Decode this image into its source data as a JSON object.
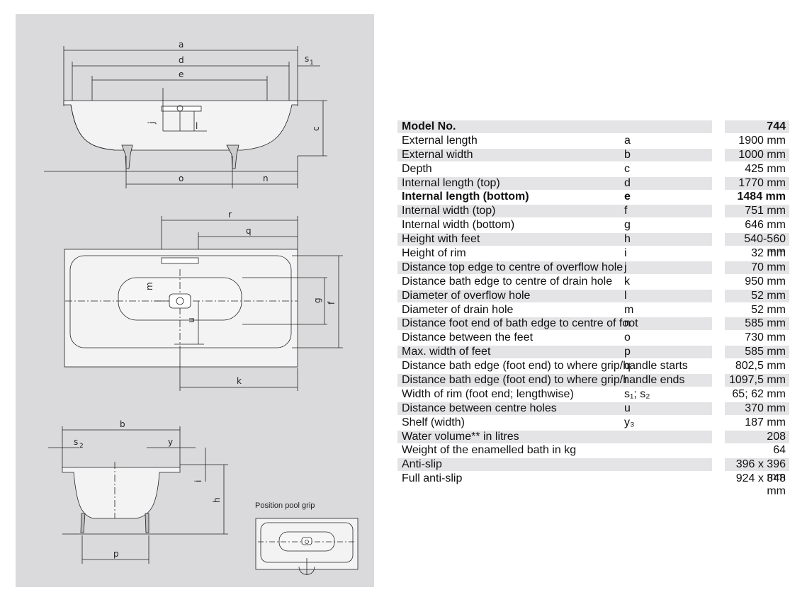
{
  "drawings": {
    "caption": "Position pool grip",
    "side_view_labels": [
      "a",
      "d",
      "s₁",
      "e",
      "j",
      "l",
      "c",
      "o",
      "n"
    ],
    "top_view_labels": [
      "r",
      "q",
      "m",
      "g",
      "f",
      "u",
      "k"
    ],
    "end_view_labels": [
      "b",
      "s₂",
      "y",
      "i",
      "h",
      "p"
    ]
  },
  "spec_table": {
    "header": {
      "label": "Model No.",
      "symbol": "",
      "value": "744"
    },
    "rows": [
      {
        "label": "External length",
        "symbol": "a",
        "value": "1900 mm",
        "shaded": false,
        "bold": false
      },
      {
        "label": "External width",
        "symbol": "b",
        "value": "1000 mm",
        "shaded": true,
        "bold": false
      },
      {
        "label": "Depth",
        "symbol": "c",
        "value": "425 mm",
        "shaded": false,
        "bold": false
      },
      {
        "label": "Internal length (top)",
        "symbol": "d",
        "value": "1770 mm",
        "shaded": true,
        "bold": false
      },
      {
        "label": "Internal length (bottom)",
        "symbol": "e",
        "value": "1484 mm",
        "shaded": false,
        "bold": true
      },
      {
        "label": "Internal width (top)",
        "symbol": "f",
        "value": "751 mm",
        "shaded": true,
        "bold": false
      },
      {
        "label": "Internal width (bottom)",
        "symbol": "g",
        "value": "646 mm",
        "shaded": false,
        "bold": false
      },
      {
        "label": "Height with feet",
        "symbol": "h",
        "value": "540-560 mm",
        "shaded": true,
        "bold": false
      },
      {
        "label": "Height of rim",
        "symbol": "i",
        "value": "32 mm",
        "shaded": false,
        "bold": false
      },
      {
        "label": "Distance top edge to centre of overflow hole",
        "symbol": "j",
        "value": "70 mm",
        "shaded": true,
        "bold": false
      },
      {
        "label": "Distance bath edge to centre of drain hole",
        "symbol": "k",
        "value": "950 mm",
        "shaded": false,
        "bold": false
      },
      {
        "label": "Diameter of overflow hole",
        "symbol": "l",
        "value": "52 mm",
        "shaded": true,
        "bold": false
      },
      {
        "label": "Diameter of drain hole",
        "symbol": "m",
        "value": "52 mm",
        "shaded": false,
        "bold": false
      },
      {
        "label": "Distance foot end of bath edge to centre of foot",
        "symbol": "n",
        "value": "585 mm",
        "shaded": true,
        "bold": false
      },
      {
        "label": "Distance between the feet",
        "symbol": "o",
        "value": "730 mm",
        "shaded": false,
        "bold": false
      },
      {
        "label": "Max. width of feet",
        "symbol": "p",
        "value": "585 mm",
        "shaded": true,
        "bold": false
      },
      {
        "label": "Distance bath edge (foot end) to where grip/handle starts",
        "symbol": "q",
        "value": "802,5 mm",
        "shaded": false,
        "bold": false
      },
      {
        "label": "Distance bath edge (foot end) to where grip/handle ends",
        "symbol": "r",
        "value": "1097,5 mm",
        "shaded": true,
        "bold": false
      },
      {
        "label": "Width of rim (foot end; lengthwise)",
        "symbol": "s₁; s₂",
        "value": "65; 62 mm",
        "shaded": false,
        "bold": false
      },
      {
        "label": "Distance between centre holes",
        "symbol": "u",
        "value": "370 mm",
        "shaded": true,
        "bold": false
      },
      {
        "label": "Shelf (width)",
        "symbol": "y₃",
        "value": "187 mm",
        "shaded": false,
        "bold": false
      },
      {
        "label": "Water volume** in litres",
        "symbol": "",
        "value": "208",
        "shaded": true,
        "bold": false
      },
      {
        "label": "Weight of the enamelled bath in kg",
        "symbol": "",
        "value": "64",
        "shaded": false,
        "bold": false
      },
      {
        "label": "Anti-slip",
        "symbol": "",
        "value": "396 x 396 mm",
        "shaded": true,
        "bold": false
      },
      {
        "label": "Full anti-slip",
        "symbol": "",
        "value": "924 x 348 mm",
        "shaded": false,
        "bold": false
      }
    ]
  }
}
